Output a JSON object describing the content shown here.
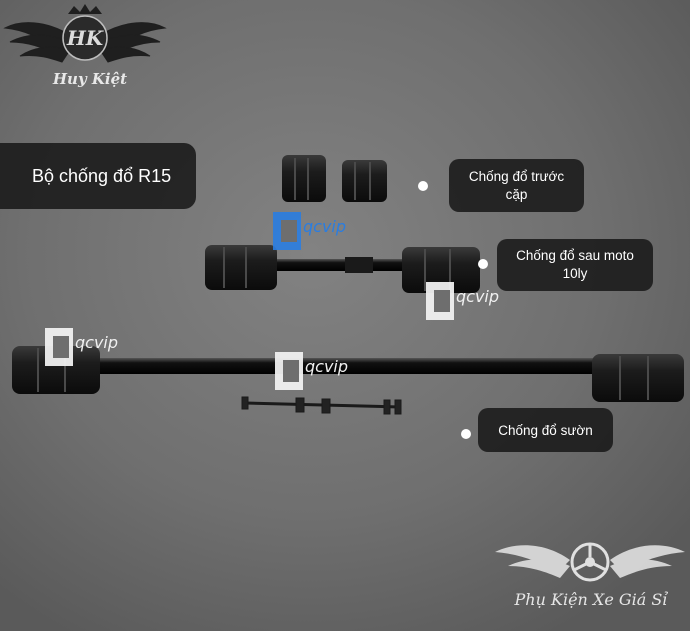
{
  "brand_top": {
    "monogram": "HK",
    "name": "Huy Kiệt"
  },
  "labels": {
    "main": "Bộ chống đổ R15",
    "front_line1": "Chống đổ trước",
    "front_line2": "cặp",
    "rear_line1": "Chống đổ sau moto",
    "rear_line2": "10ly",
    "side": "Chống đổ sườn"
  },
  "watermark": {
    "text": "qcvip"
  },
  "brand_bottom": {
    "name": "Phụ Kiện Xe Giá Sỉ"
  },
  "colors": {
    "background": "#6e6e6e",
    "label_bg": "#191919",
    "label_text": "#ffffff",
    "watermark_blue": "#2a7de1"
  }
}
